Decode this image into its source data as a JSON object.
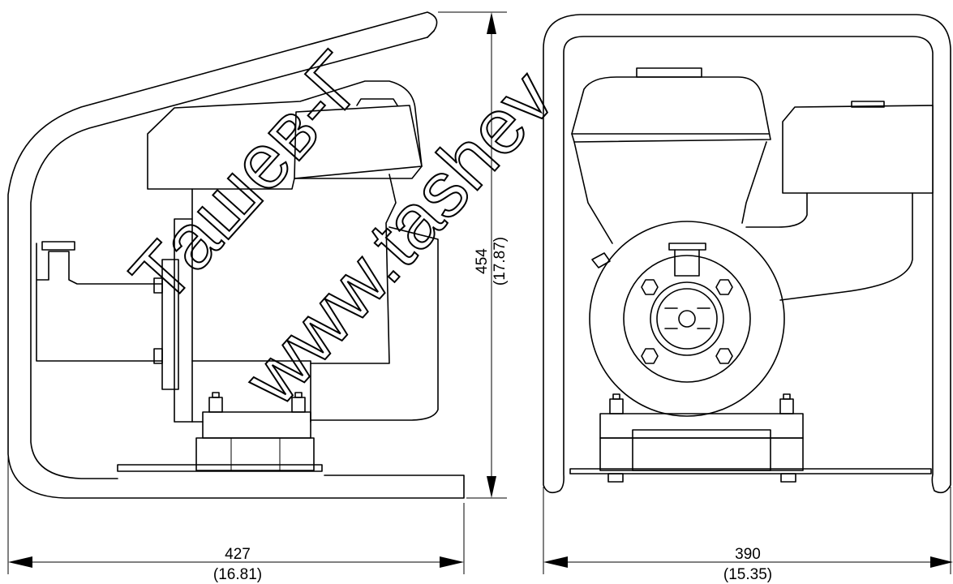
{
  "dimensions": {
    "height": {
      "mm": "454",
      "in": "(17.87)"
    },
    "side_width": {
      "mm": "427",
      "in": "(16.81)"
    },
    "front_width": {
      "mm": "390",
      "in": "(15.35)"
    }
  },
  "watermark": {
    "line1": "Ташев-Г",
    "line2": "www.tashev"
  }
}
